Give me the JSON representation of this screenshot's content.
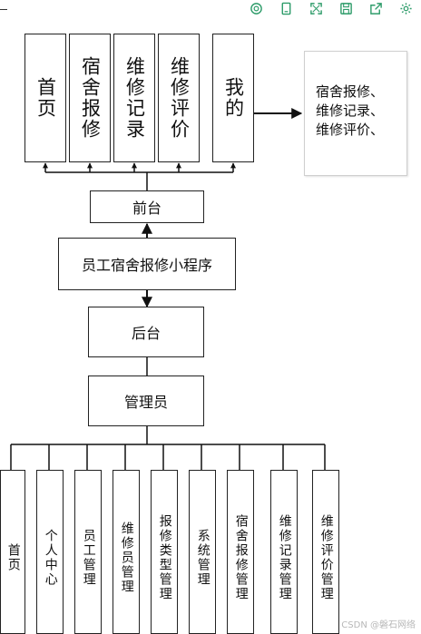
{
  "toolbar": {
    "buttons": [
      {
        "icon": "zoom-reset-icon"
      },
      {
        "icon": "page-icon"
      },
      {
        "icon": "fullscreen-icon"
      },
      {
        "icon": "save-icon"
      },
      {
        "icon": "share-icon"
      },
      {
        "icon": "settings-icon"
      }
    ],
    "accent": "#2e9c6a"
  },
  "top_modules": [
    "首页",
    "宿舍报修",
    "维修记录",
    "维修评价",
    "我的"
  ],
  "note": {
    "lines": [
      "宿舍报修、",
      "维修记录、",
      "维修评价、"
    ]
  },
  "center": {
    "frontend": "前台",
    "app": "员工宿舍报修小程序",
    "backend": "后台",
    "admin": "管理员"
  },
  "admin_modules": [
    "首页",
    "个人中心",
    "员工管理",
    "维修员管理",
    "报修类型管理",
    "系统管理",
    "宿舍报修管理",
    "维修记录管理",
    "维修评价管理"
  ],
  "watermark": "CSDN @磐石网络"
}
